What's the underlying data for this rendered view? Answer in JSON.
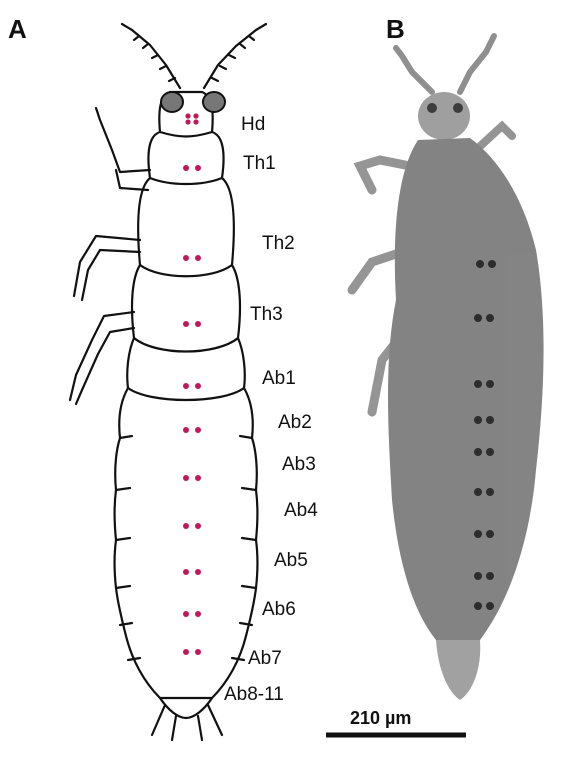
{
  "panels": {
    "left": "A",
    "right": "B"
  },
  "segments": [
    "Hd",
    "Th1",
    "Th2",
    "Th3",
    "Ab1",
    "Ab2",
    "Ab3",
    "Ab4",
    "Ab5",
    "Ab6",
    "Ab7",
    "Ab8-11"
  ],
  "scale_bar": {
    "label": "210 µm"
  },
  "colors": {
    "spot": "#c2185b",
    "outline": "#111111",
    "specimen": "#7a7a7a"
  }
}
